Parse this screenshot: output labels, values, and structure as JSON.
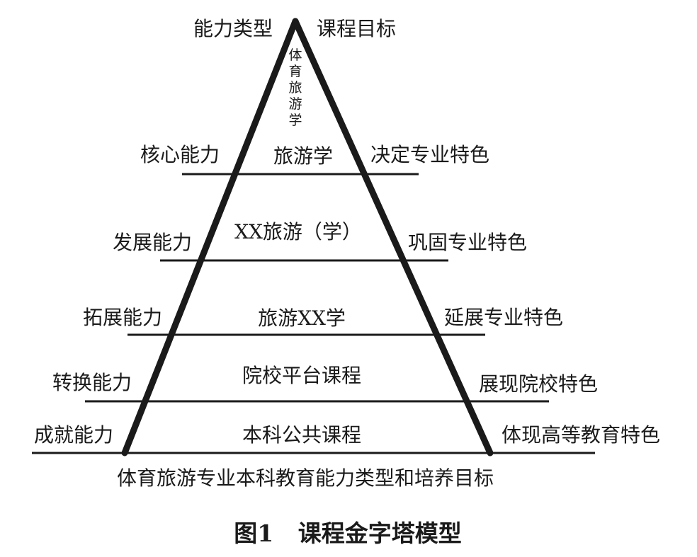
{
  "header": {
    "left_label": "能力类型",
    "right_label": "课程目标"
  },
  "apex_text": [
    "体",
    "育",
    "旅",
    "游",
    "学"
  ],
  "levels": [
    {
      "ability": "核心能力",
      "course": "旅游学",
      "goal": "决定专业特色"
    },
    {
      "ability": "发展能力",
      "course": "XX旅游（学）",
      "goal": "巩固专业特色"
    },
    {
      "ability": "拓展能力",
      "course": "旅游XX学",
      "goal": "延展专业特色"
    },
    {
      "ability": "转换能力",
      "course": "院校平台课程",
      "goal": "展现院校特色"
    },
    {
      "ability": "成就能力",
      "course": "本科公共课程",
      "goal": "体现高等教育特色"
    }
  ],
  "bottom_label": "体育旅游专业本科教育能力类型和培养目标",
  "caption": "图1   课程金字塔模型"
}
